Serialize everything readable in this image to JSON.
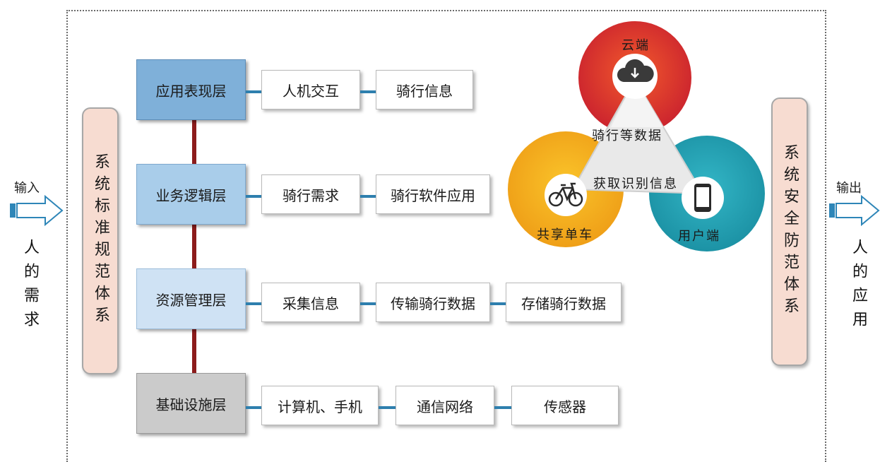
{
  "left": {
    "arrow_label": "输入",
    "caption": "人的需求"
  },
  "right": {
    "arrow_label": "输出",
    "caption": "人的应用"
  },
  "left_pill": "系统标准规范体系",
  "right_pill": "系统安全防范体系",
  "layers": [
    {
      "name": "应用表现层",
      "items": [
        "人机交互",
        "骑行信息"
      ]
    },
    {
      "name": "业务逻辑层",
      "items": [
        "骑行需求",
        "骑行软件应用"
      ]
    },
    {
      "name": "资源管理层",
      "items": [
        "采集信息",
        "传输骑行数据",
        "存储骑行数据"
      ]
    },
    {
      "name": "基础设施层",
      "items": [
        "计算机、手机",
        "通信网络",
        "传感器"
      ]
    }
  ],
  "trefoil": {
    "cloud": "云端",
    "bike": "共享单车",
    "user": "用户端",
    "arrow_top": "骑行等数据",
    "arrow_mid": "获取识别信息",
    "colors": {
      "red": "#d9362b",
      "yellow": "#f2b21c",
      "teal": "#1f9fb0"
    }
  }
}
